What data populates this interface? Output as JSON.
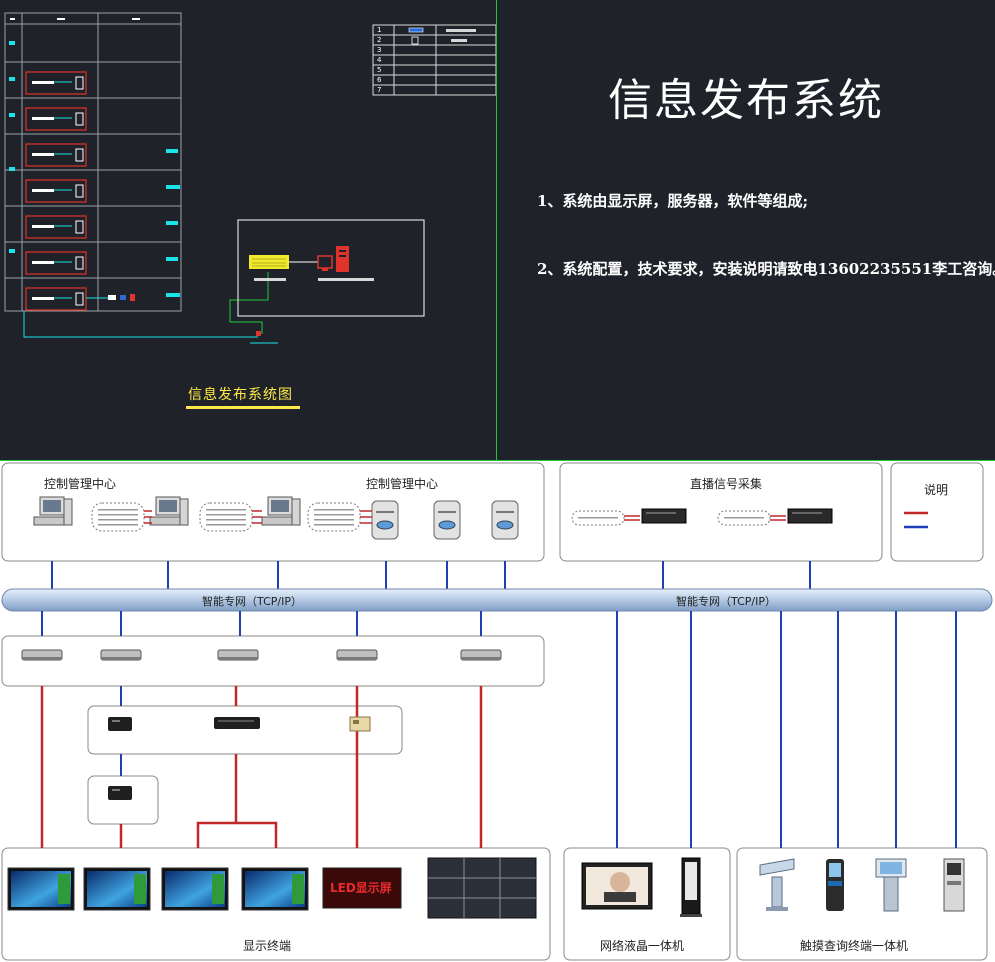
{
  "cad": {
    "title": "信息发布系统",
    "line1": "1、系统由显示屏，服务器，软件等组成;",
    "line2": "2、系统配置，技术要求，安装说明请致电13602235551李工咨询。",
    "diagram_caption": "信息发布系统图",
    "legend_rows": [
      "1",
      "2",
      "3",
      "4",
      "5",
      "6",
      "7"
    ]
  },
  "bottom": {
    "control_center_left": "控制管理中心",
    "control_center_right": "控制管理中心",
    "live_signal": "直播信号采集",
    "legend_title": "说明",
    "network_left": "智能专网（TCP/IP）",
    "network_right": "智能专网（TCP/IP）",
    "display_terminal": "显示终端",
    "lcd_kiosk": "网络液晶一体机",
    "touch_terminal": "触摸查询终端一体机",
    "led_screen_text": "LED显示屏",
    "colors": {
      "red_line": "#c0282a",
      "blue_line": "#1e3fb8",
      "cad_bg": "#1f2329",
      "cyan": "#19e5e8",
      "yellow": "#ffe84a"
    }
  }
}
